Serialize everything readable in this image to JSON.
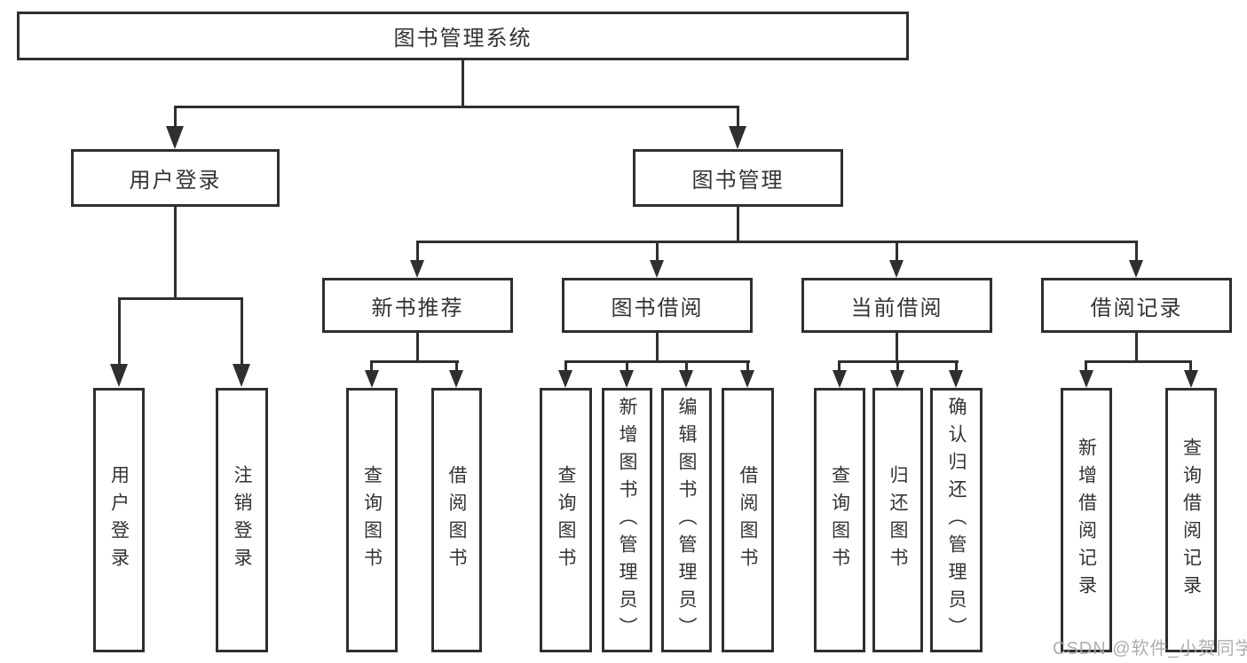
{
  "colors": {
    "line": "#2f2f2f",
    "box_border": "#2f2f2f",
    "text": "#333333",
    "background": "#ffffff",
    "watermark": "#a8aaae"
  },
  "root": {
    "label": "图书管理系统"
  },
  "branches": [
    {
      "label": "用户登录",
      "children": [
        {
          "label": "用户登录"
        },
        {
          "label": "注销登录"
        }
      ]
    },
    {
      "label": "图书管理",
      "children": [
        {
          "label": "新书推荐",
          "children": [
            {
              "label": "查询图书"
            },
            {
              "label": "借阅图书"
            }
          ]
        },
        {
          "label": "图书借阅",
          "children": [
            {
              "label": "查询图书"
            },
            {
              "label": "新增图书（管理员）"
            },
            {
              "label": "编辑图书（管理员）"
            },
            {
              "label": "借阅图书"
            }
          ]
        },
        {
          "label": "当前借阅",
          "children": [
            {
              "label": "查询图书"
            },
            {
              "label": "归还图书"
            },
            {
              "label": "确认归还（管理员）"
            }
          ]
        },
        {
          "label": "借阅记录",
          "children": [
            {
              "label": "新增借阅记录"
            },
            {
              "label": "查询借阅记录"
            }
          ]
        }
      ]
    }
  ],
  "watermark": {
    "text": "CSDN @软件_小贺同学"
  }
}
